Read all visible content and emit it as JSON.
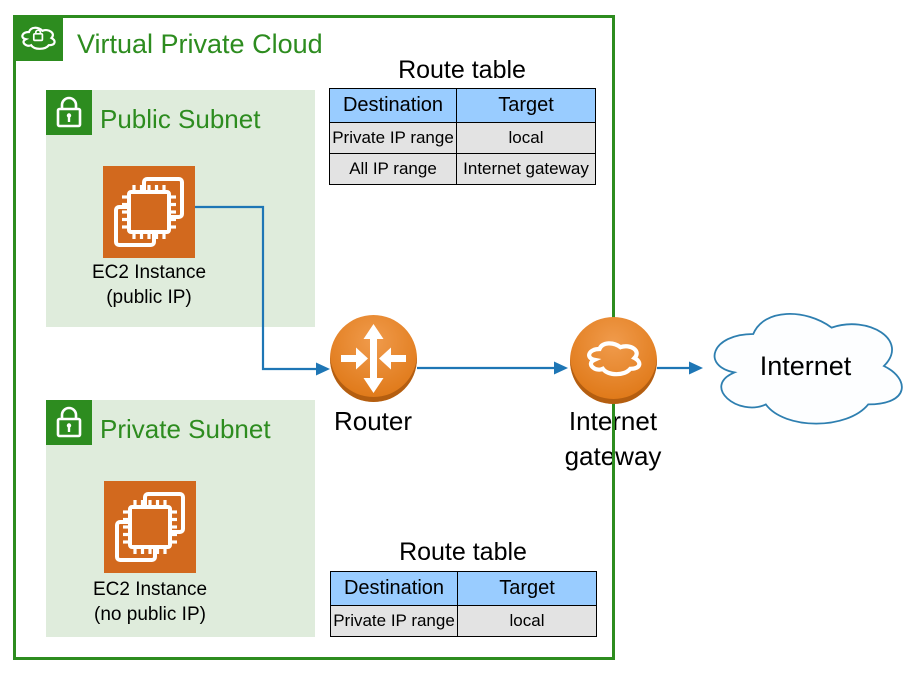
{
  "vpc": {
    "title": "Virtual Private Cloud"
  },
  "public_subnet": {
    "title": "Public Subnet",
    "instance": {
      "label": "EC2 Instance",
      "sublabel": "(public IP)"
    }
  },
  "private_subnet": {
    "title": "Private Subnet",
    "instance": {
      "label": "EC2 Instance",
      "sublabel": "(no public IP)"
    }
  },
  "router": {
    "label": "Router"
  },
  "internet_gateway": {
    "label_line1": "Internet",
    "label_line2": "gateway"
  },
  "internet": {
    "label": "Internet"
  },
  "route_table_public": {
    "title": "Route table",
    "headers": [
      "Destination",
      "Target"
    ],
    "rows": [
      [
        "Private IP range",
        "local"
      ],
      [
        "All IP range",
        "Internet gateway"
      ]
    ]
  },
  "route_table_private": {
    "title": "Route table",
    "headers": [
      "Destination",
      "Target"
    ],
    "rows": [
      [
        "Private IP range",
        "local"
      ]
    ]
  },
  "icons": {
    "vpc_badge": "cloud-lock-icon",
    "subnet_badge": "padlock-icon",
    "ec2": "chip-icon",
    "router": "router-arrows-icon",
    "internet_gateway": "cloud-icon"
  },
  "colors": {
    "vpc_green": "#2D8C1F",
    "subnet_bg": "#DFECDC",
    "aws_orange": "#D2691E",
    "arrow_blue": "#1E76B5",
    "table_header_blue": "#99CCFF",
    "table_row_gray": "#E3E3E3",
    "cloud_outline_blue": "#2E7FB0"
  }
}
